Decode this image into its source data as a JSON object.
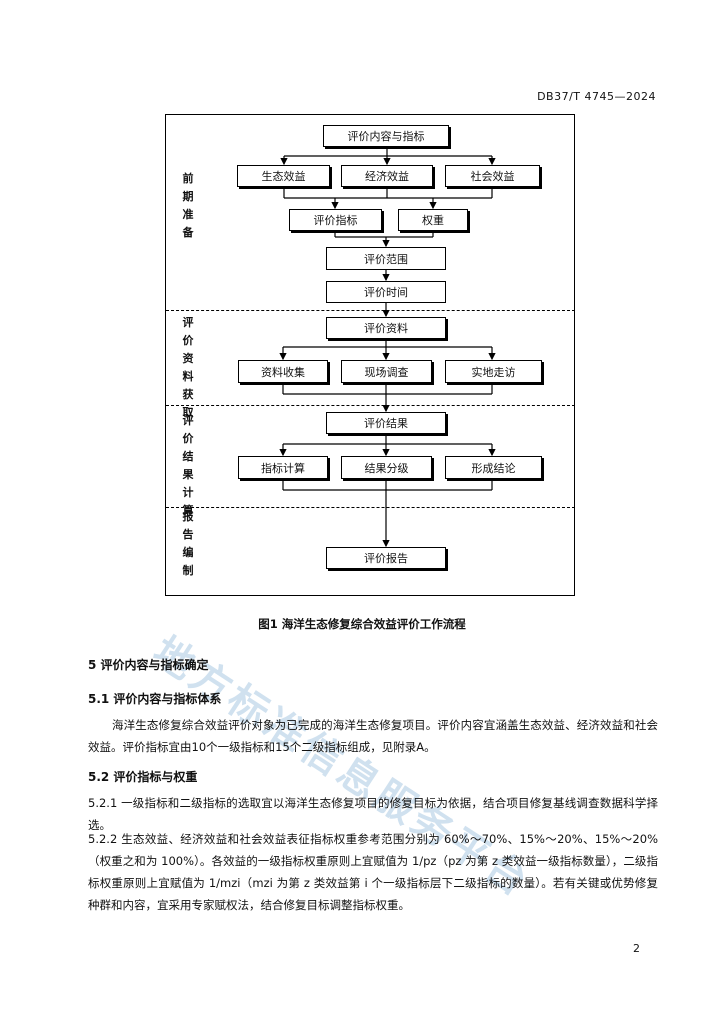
{
  "header": {
    "standard_code": "DB37/T 4745—2024"
  },
  "flowchart": {
    "sections": {
      "preparation": "前期准备",
      "data_acquisition": "评价资料获取",
      "result_calc": "评价结果计算",
      "report": "报告编制"
    },
    "boxes": {
      "content_indicators": "评价内容与指标",
      "eco_benefit": "生态效益",
      "economic_benefit": "经济效益",
      "social_benefit": "社会效益",
      "eval_indicators": "评价指标",
      "weight": "权重",
      "eval_scope": "评价范围",
      "eval_time": "评价时间",
      "eval_data": "评价资料",
      "data_collection": "资料收集",
      "field_survey": "现场调查",
      "site_visit": "实地走访",
      "eval_results": "评价结果",
      "indicator_calc": "指标计算",
      "result_grading": "结果分级",
      "conclusion": "形成结论",
      "eval_report": "评价报告"
    }
  },
  "figure_caption": "图1  海洋生态修复综合效益评价工作流程",
  "sections": {
    "s5_title": "5   评价内容与指标确定",
    "s51_title": "5.1   评价内容与指标体系",
    "s51_para": "海洋生态修复综合效益评价对象为已完成的海洋生态修复项目。评价内容宜涵盖生态效益、经济效益和社会效益。评价指标宜由10个一级指标和15个二级指标组成，见附录A。",
    "s52_title": "5.2   评价指标与权重",
    "s521_para": "5.2.1   一级指标和二级指标的选取宜以海洋生态修复项目的修复目标为依据，结合项目修复基线调查数据科学择选。",
    "s522_para": "5.2.2   生态效益、经济效益和社会效益表征指标权重参考范围分别为 60%～70%、15%～20%、15%～20%（权重之和为 100%）。各效益的一级指标权重原则上宜赋值为 1/pz（pz 为第 z 类效益一级指标数量），二级指标权重原则上宜赋值为 1/mzi（mzi 为第 z 类效益第 i 个一级指标层下二级指标的数量）。若有关键或优势修复种群和内容，宜采用专家赋权法，结合修复目标调整指标权重。"
  },
  "watermark": "地方标准信息服务平台",
  "page_number": "2"
}
